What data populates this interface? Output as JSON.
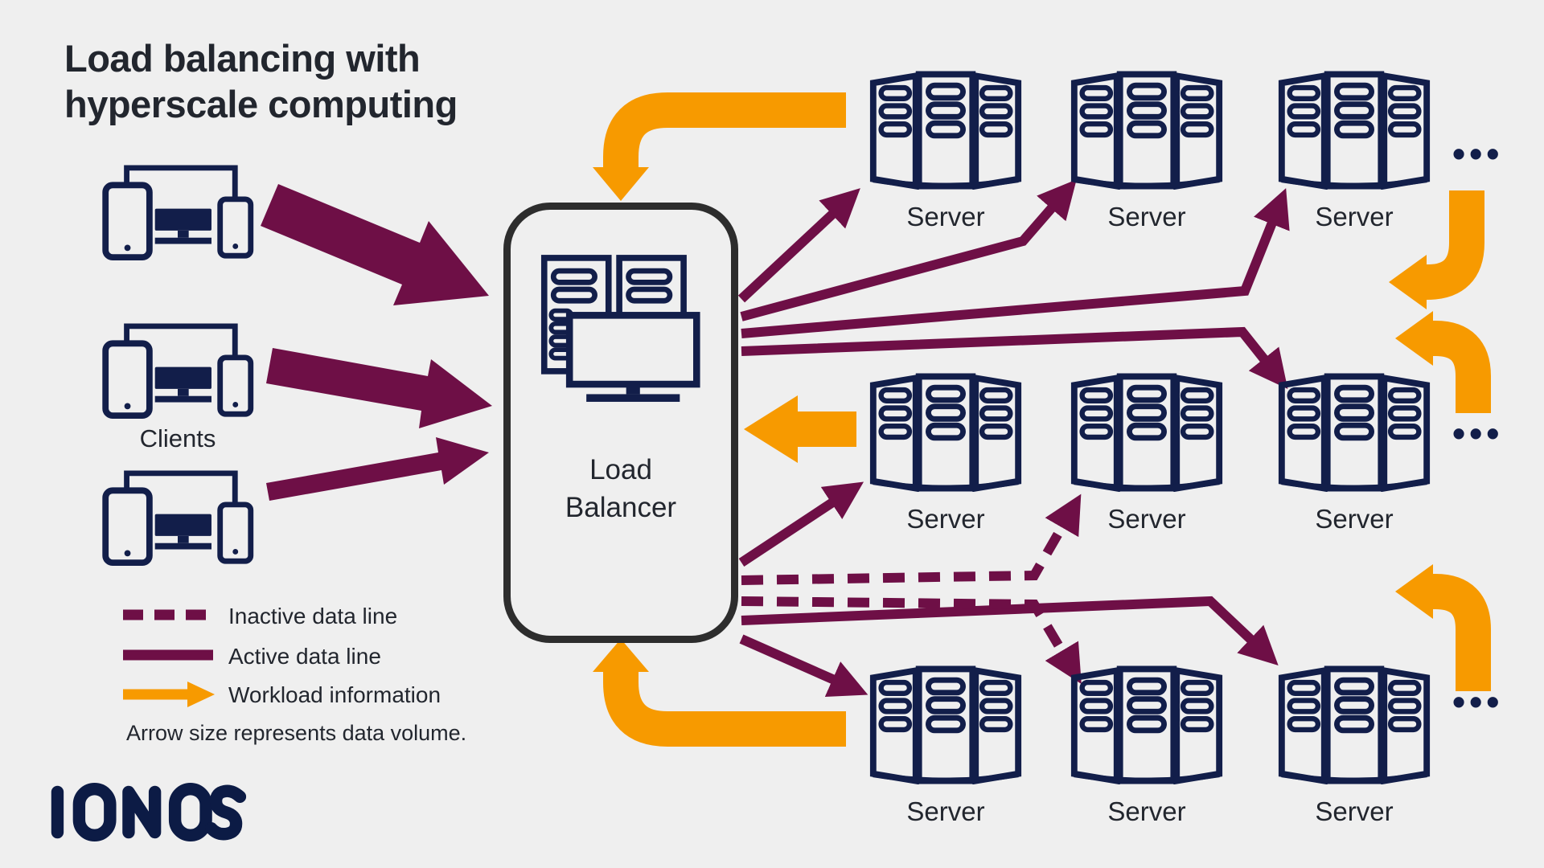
{
  "title": {
    "line1": "Load balancing with",
    "line2": "hyperscale computing"
  },
  "clients": {
    "label": "Clients"
  },
  "load_balancer": {
    "line1": "Load",
    "line2": "Balancer"
  },
  "servers": {
    "rows": [
      [
        "Server",
        "Server",
        "Server"
      ],
      [
        "Server",
        "Server",
        "Server"
      ],
      [
        "Server",
        "Server",
        "Server"
      ]
    ],
    "more_indicator": "•••"
  },
  "legend": {
    "inactive_label": "Inactive data line",
    "active_label": "Active data line",
    "workload_label": "Workload information",
    "note": "Arrow size represents data volume."
  },
  "logo": {
    "text": "IONOS"
  },
  "colors": {
    "background": "#EFEFEF",
    "purple": "#6E0F46",
    "orange": "#F79A00",
    "navy": "#121E4A",
    "logo_navy": "#0C1B45",
    "text": "#22262E",
    "lb_border": "#2D2D2D"
  }
}
